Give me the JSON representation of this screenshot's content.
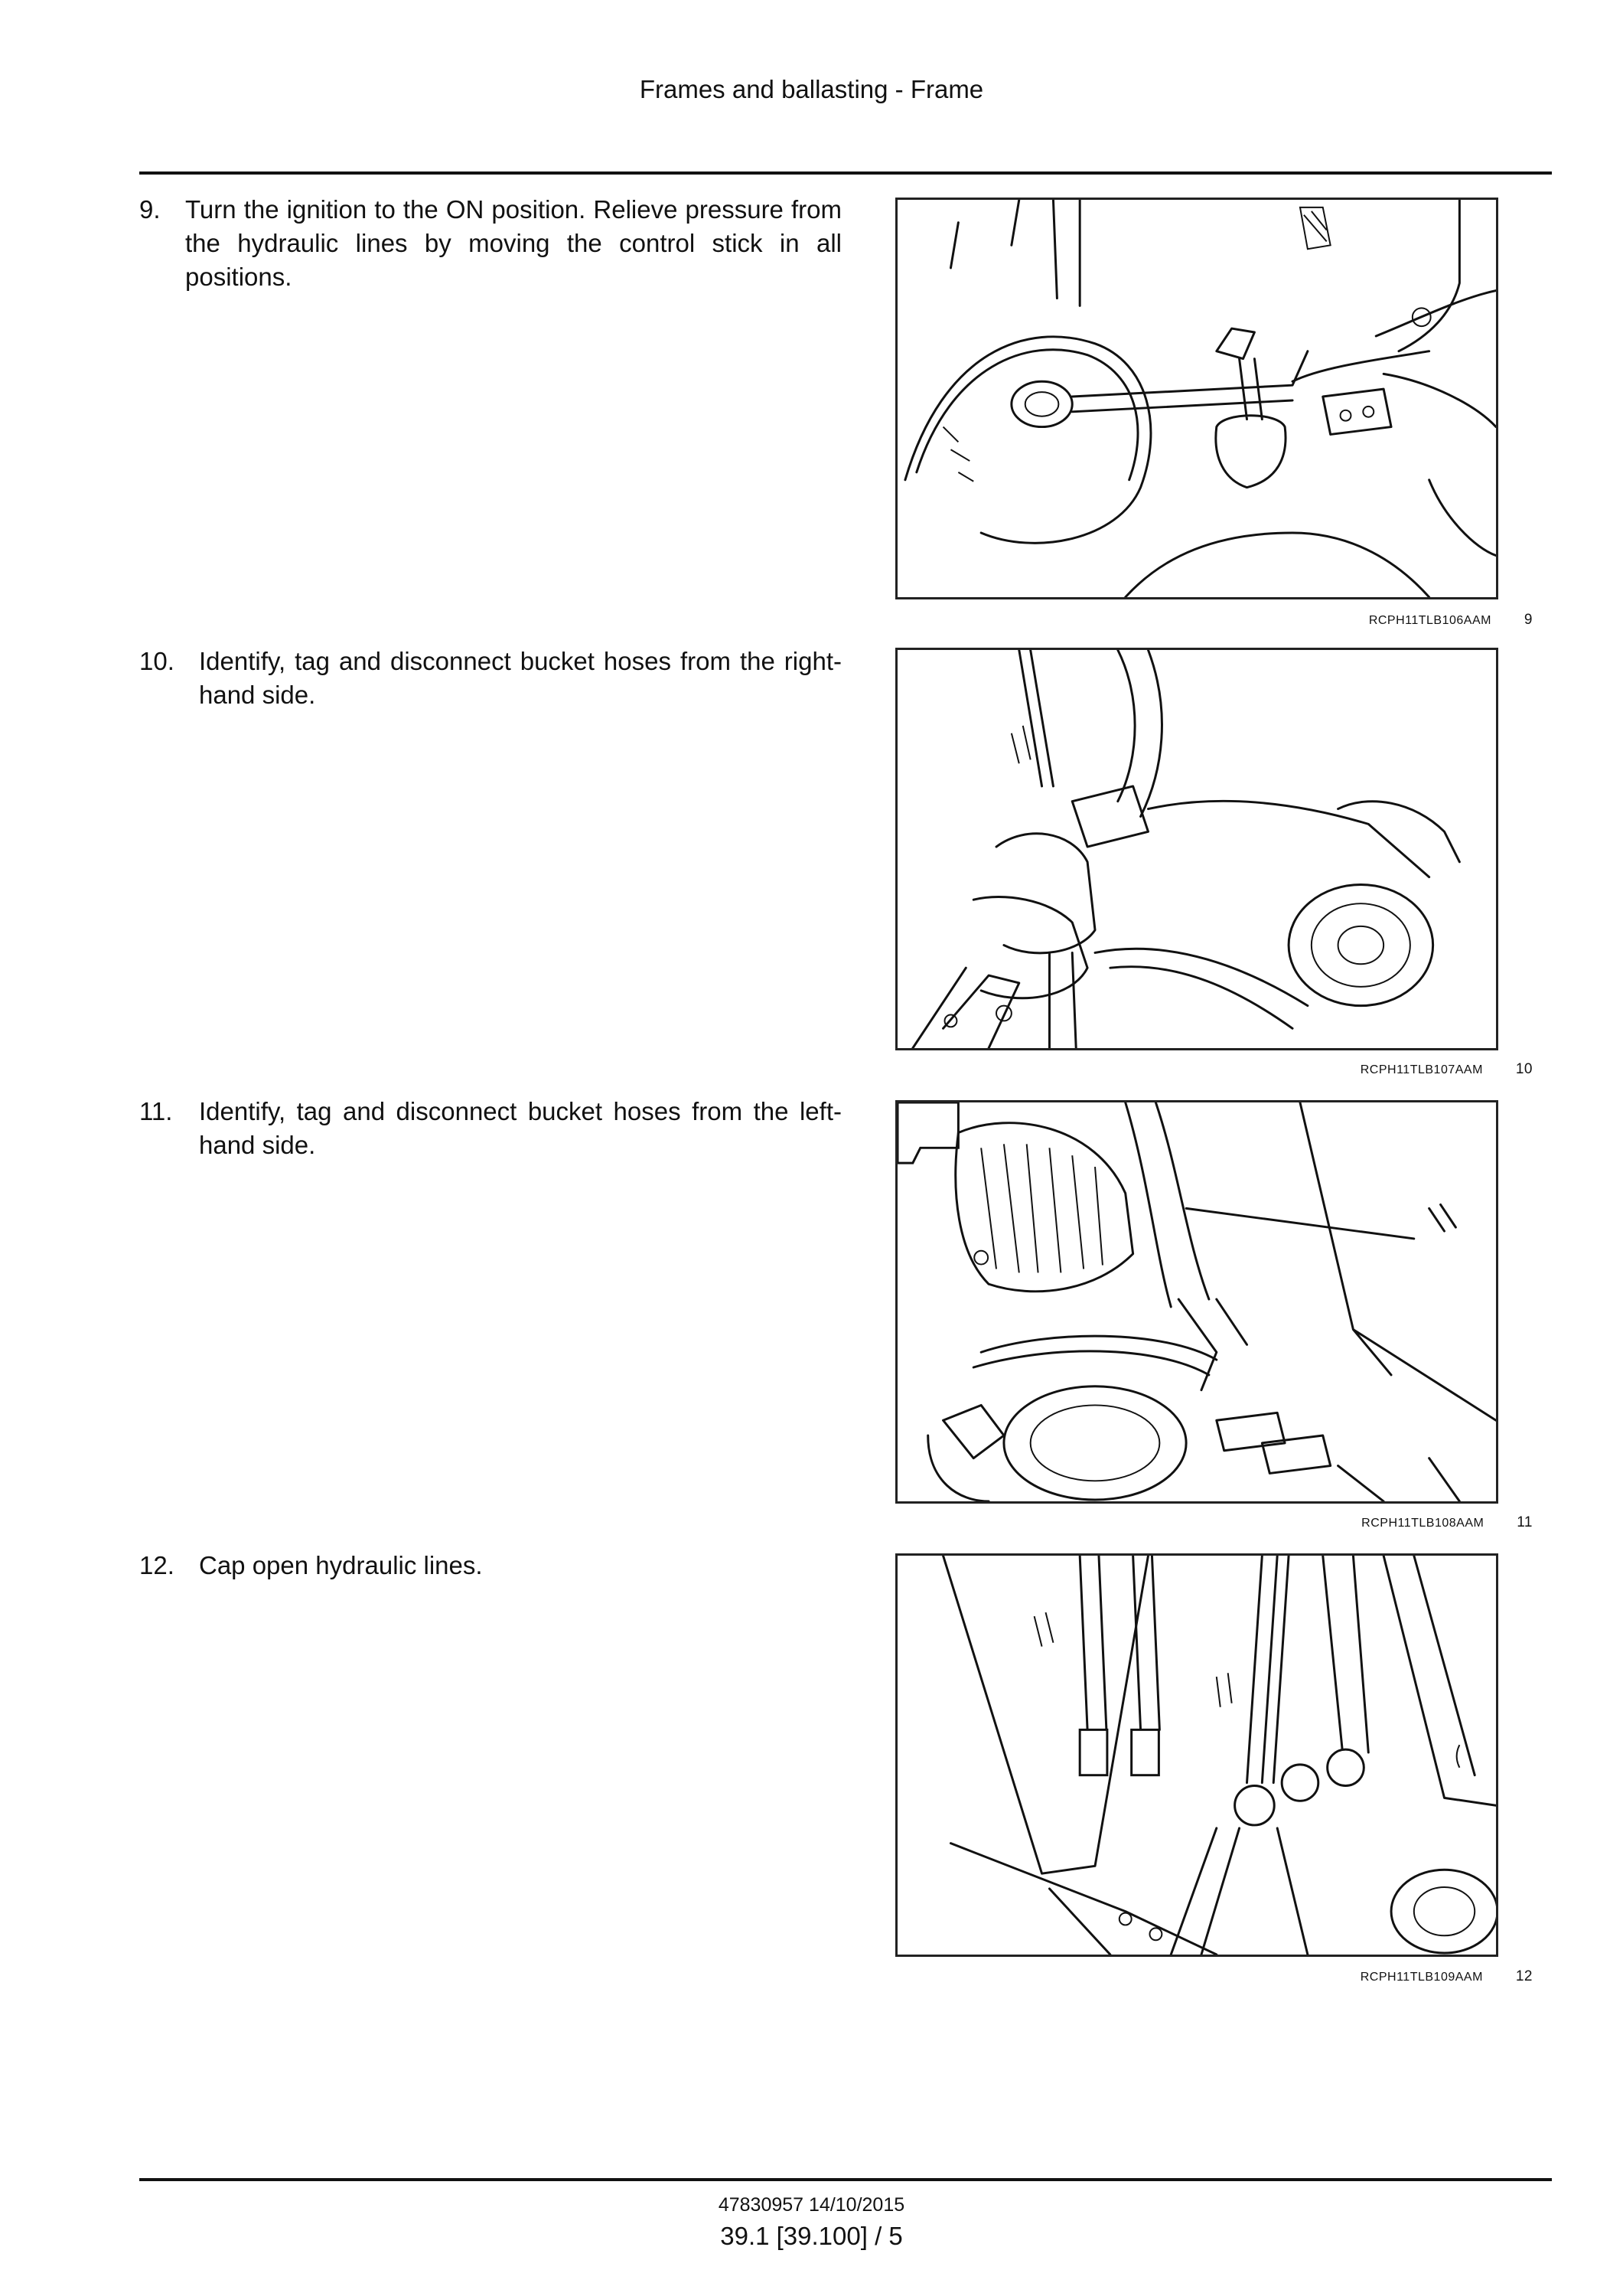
{
  "header": {
    "title": "Frames and ballasting - Frame"
  },
  "steps": [
    {
      "number": "9.",
      "text": "Turn the ignition to the ON position. Relieve pressure from the hydraulic lines by moving the control stick in all positions."
    },
    {
      "number": "10.",
      "text": "Identify, tag and disconnect bucket hoses from the right-hand side."
    },
    {
      "number": "11.",
      "text": "Identify, tag and disconnect bucket hoses from the left-hand side."
    },
    {
      "number": "12.",
      "text": "Cap open hydraulic lines."
    }
  ],
  "figures": [
    {
      "code": "RCPH11TLB106AAM",
      "number": "9"
    },
    {
      "code": "RCPH11TLB107AAM",
      "number": "10"
    },
    {
      "code": "RCPH11TLB108AAM",
      "number": "11"
    },
    {
      "code": "RCPH11TLB109AAM",
      "number": "12"
    }
  ],
  "footer": {
    "doc_code": "47830957 14/10/2015",
    "page_ref": "39.1 [39.100] / 5"
  }
}
